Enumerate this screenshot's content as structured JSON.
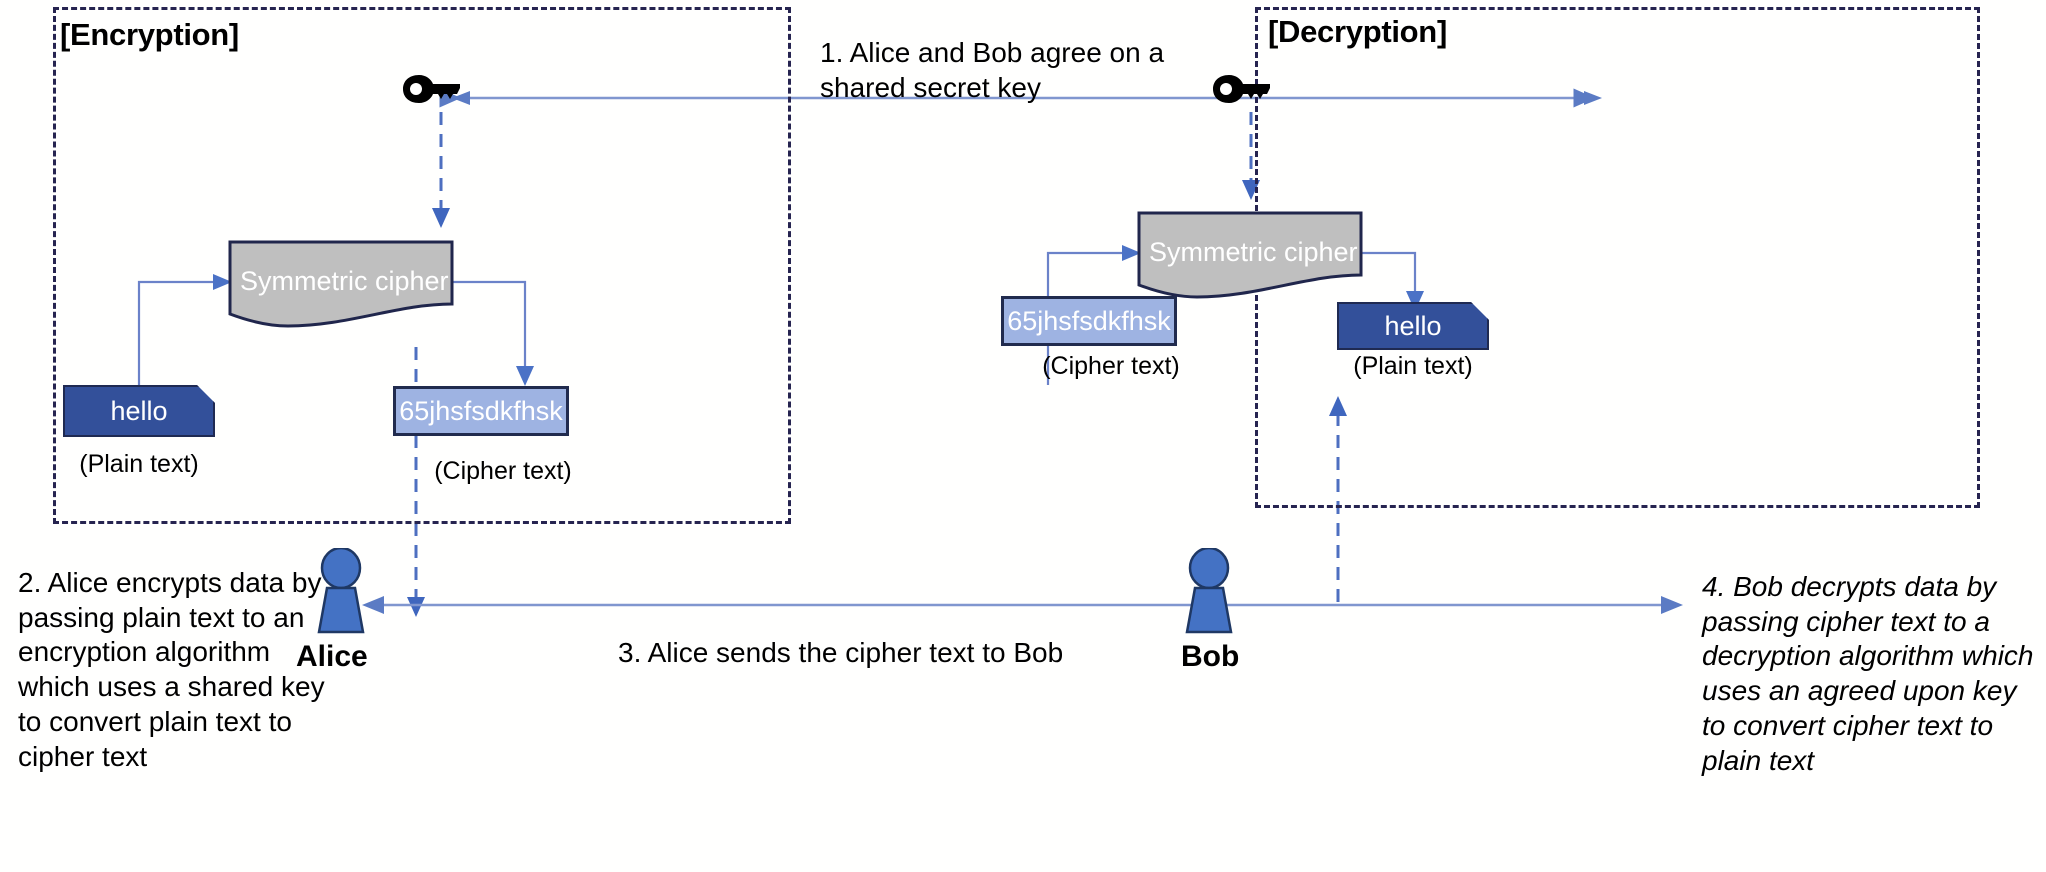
{
  "diagram": {
    "title_encryption": "[Encryption]",
    "title_decryption": "[Decryption]",
    "colors": {
      "panel_border": "#262450",
      "plain_box_fill": "#33509A",
      "cipher_box_fill": "#9EB3E2",
      "cipher_shape_fill": "#BFBFBF",
      "cipher_shape_border": "#20264C",
      "arrow_blue": "#5B7BC4",
      "person_fill": "#4472C4",
      "person_stroke": "#1F3864",
      "key_black": "#000000",
      "text_black": "#000000",
      "text_white": "#FFFFFF"
    }
  },
  "encryption": {
    "panel_title": "[Encryption]",
    "cipher_engine_label": "Symmetric cipher",
    "plain_box_value": "hello",
    "plain_caption": "(Plain text)",
    "cipher_box_value": "65jhsfsdkfhsk",
    "cipher_caption": "(Cipher text)",
    "key_icon": "key-icon"
  },
  "decryption": {
    "panel_title": "[Decryption]",
    "cipher_engine_label": "Symmetric cipher",
    "cipher_box_value": "65jhsfsdkfhsk",
    "cipher_caption": "(Cipher text)",
    "plain_box_value": "hello",
    "plain_caption": "(Plain text)",
    "key_icon": "key-icon"
  },
  "actors": {
    "alice": "Alice",
    "bob": "Bob"
  },
  "steps": {
    "step1": "1. Alice and Bob agree on a shared secret key",
    "step2": "2.  Alice encrypts data by passing plain text to an encryption algorithm which uses a shared key to convert plain text to cipher text",
    "step3": "3. Alice sends the cipher text to Bob",
    "step4": "4. Bob decrypts data by passing cipher text to a decryption algorithm which uses an agreed upon key to convert cipher text to plain text"
  }
}
